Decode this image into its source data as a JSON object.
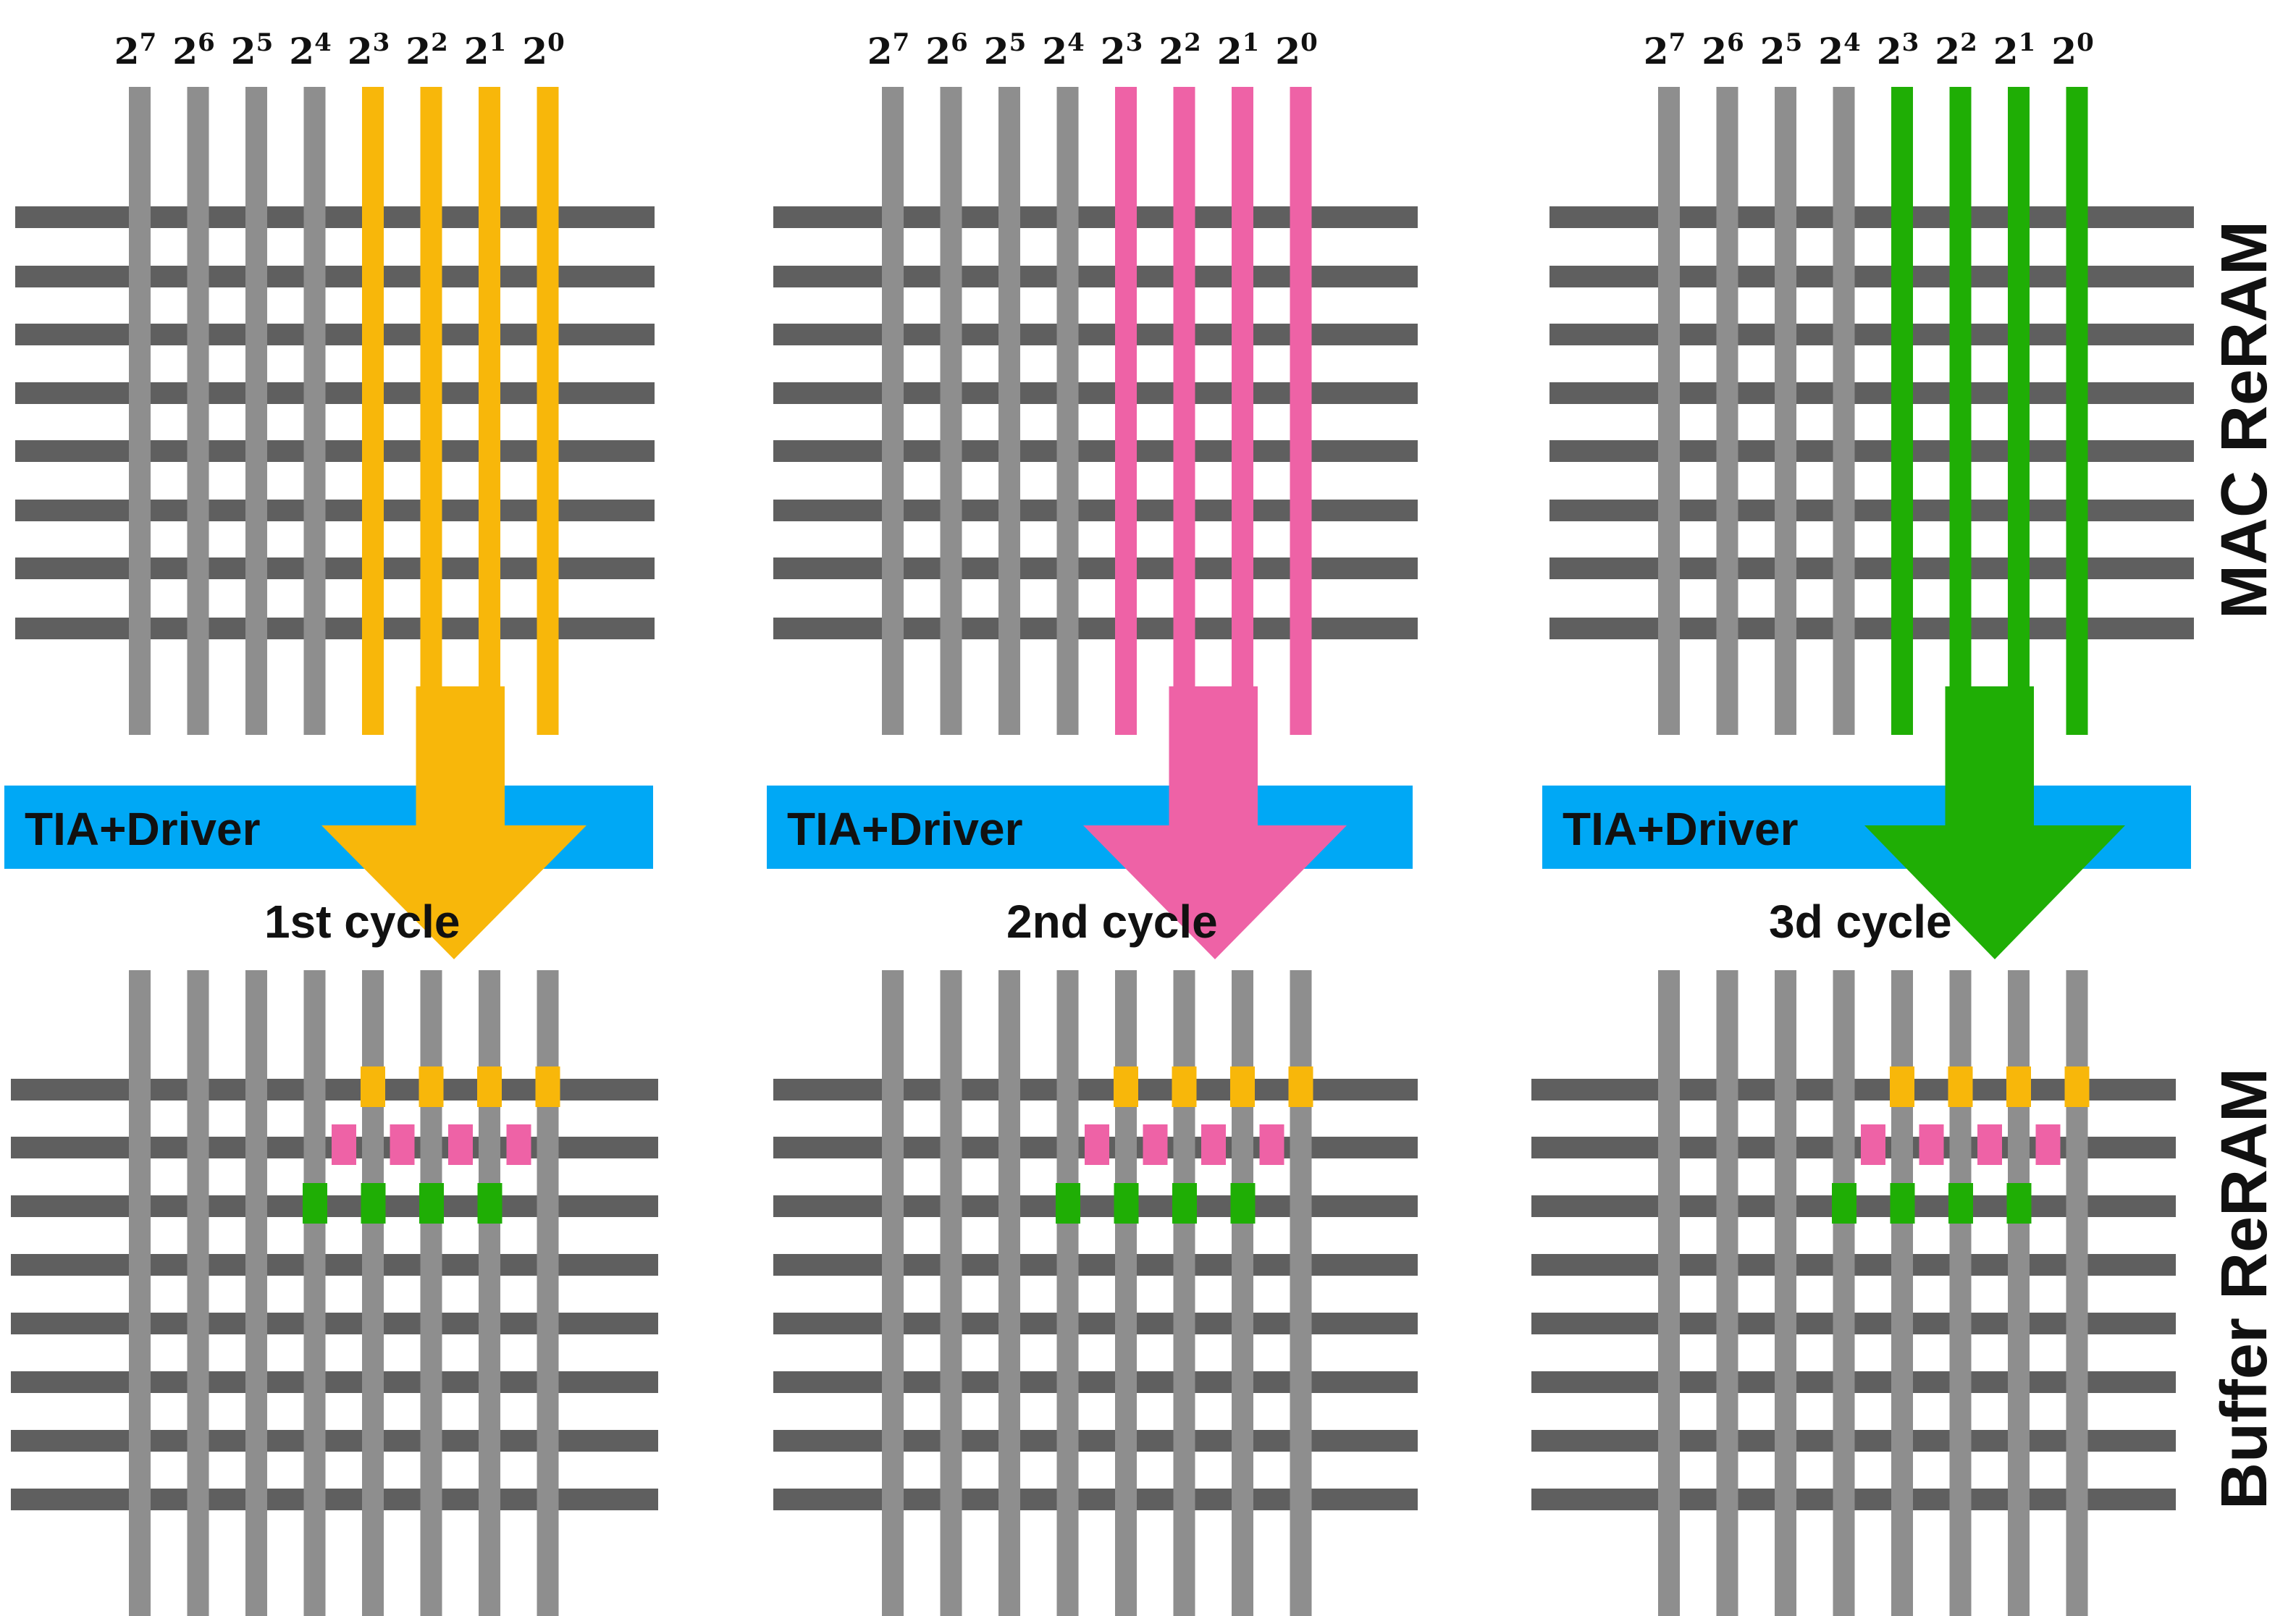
{
  "bit_weights": [
    {
      "base": "2",
      "exp": "7"
    },
    {
      "base": "2",
      "exp": "6"
    },
    {
      "base": "2",
      "exp": "5"
    },
    {
      "base": "2",
      "exp": "4"
    },
    {
      "base": "2",
      "exp": "3"
    },
    {
      "base": "2",
      "exp": "2"
    },
    {
      "base": "2",
      "exp": "1"
    },
    {
      "base": "2",
      "exp": "0"
    }
  ],
  "driver_label": "TIA+Driver",
  "side_labels": {
    "top": "MAC ReRAM",
    "bottom": "Buffer ReRAM"
  },
  "cycles": [
    {
      "label": "1st cycle",
      "color": "#F8B70A"
    },
    {
      "label": "2nd cycle",
      "color": "#EE62A6"
    },
    {
      "label": "3d cycle",
      "color": "#1FAE05"
    }
  ],
  "colors": {
    "row_line": "#5F5F5F",
    "column_line": "#8E8E8E",
    "driver_bar": "#00A8F5"
  }
}
